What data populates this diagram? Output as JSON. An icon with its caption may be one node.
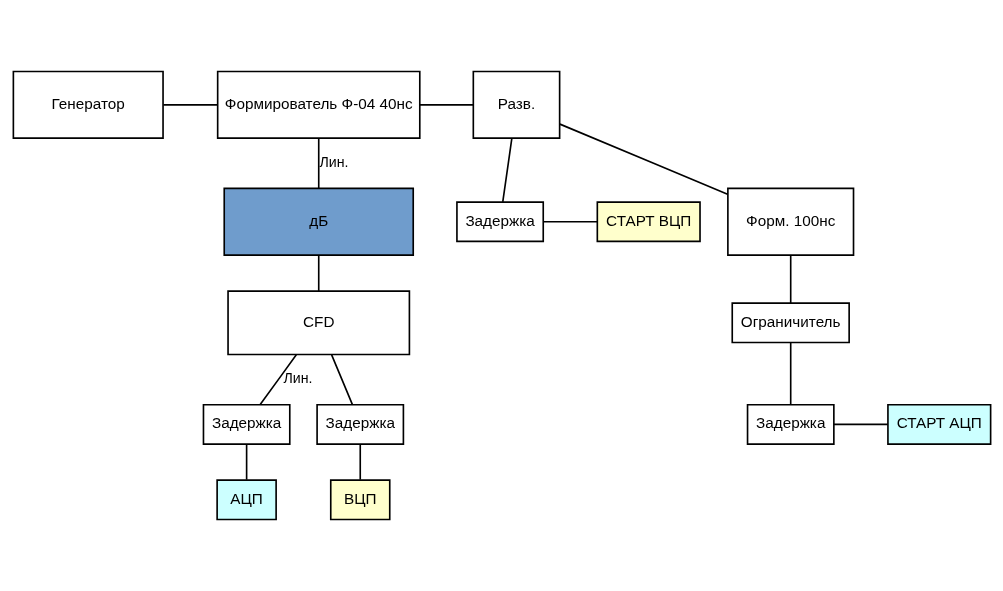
{
  "diagram": {
    "nodes": [
      {
        "text": [
          "Генератор"
        ]
      },
      {
        "text": [
          "Формирователь Ф-04 40нс"
        ]
      },
      {
        "text": [
          "Разв."
        ]
      },
      {
        "text": [
          "Задержка"
        ]
      },
      {
        "text": [
          "СТАРТ ВЦП"
        ]
      },
      {
        "text": [
          "Форм. 100нс"
        ]
      },
      {
        "text": [
          "Ограничитель"
        ]
      },
      {
        "text": [
          "Задержка"
        ]
      },
      {
        "text": [
          "СТАРТ АЦП"
        ]
      },
      {
        "text": [
          "дБ"
        ]
      },
      {
        "text": [
          "CFD"
        ]
      },
      {
        "text": [
          "Задержка"
        ]
      },
      {
        "text": [
          "Задержка"
        ]
      },
      {
        "text": [
          "АЦП"
        ]
      },
      {
        "text": [
          "ВЦП"
        ]
      }
    ],
    "edges": [
      {
        "from": 0,
        "to": 1,
        "arrow": "none"
      },
      {
        "from": 1,
        "to": 2,
        "arrow": "none"
      },
      {
        "from": 2,
        "to": 3,
        "arrow": "none"
      },
      {
        "from": 3,
        "to": 4,
        "arrow": "none"
      },
      {
        "from": 2,
        "to": 5,
        "arrow": "none"
      },
      {
        "from": 5,
        "to": 6,
        "arrow": "none"
      },
      {
        "from": 6,
        "to": 7,
        "arrow": "none"
      },
      {
        "from": 7,
        "to": 8,
        "arrow": "none"
      },
      {
        "from": 1,
        "to": 9,
        "arrow": "none",
        "label": "Лин."
      },
      {
        "from": 9,
        "to": 10,
        "arrow": "none"
      },
      {
        "from": 10,
        "to": 11,
        "arrow": "none",
        "label": "Лин."
      },
      {
        "from": 10,
        "to": 12,
        "arrow": "none"
      },
      {
        "from": 11,
        "to": 13,
        "arrow": "none"
      },
      {
        "from": 12,
        "to": 14,
        "arrow": "none"
      }
    ]
  }
}
